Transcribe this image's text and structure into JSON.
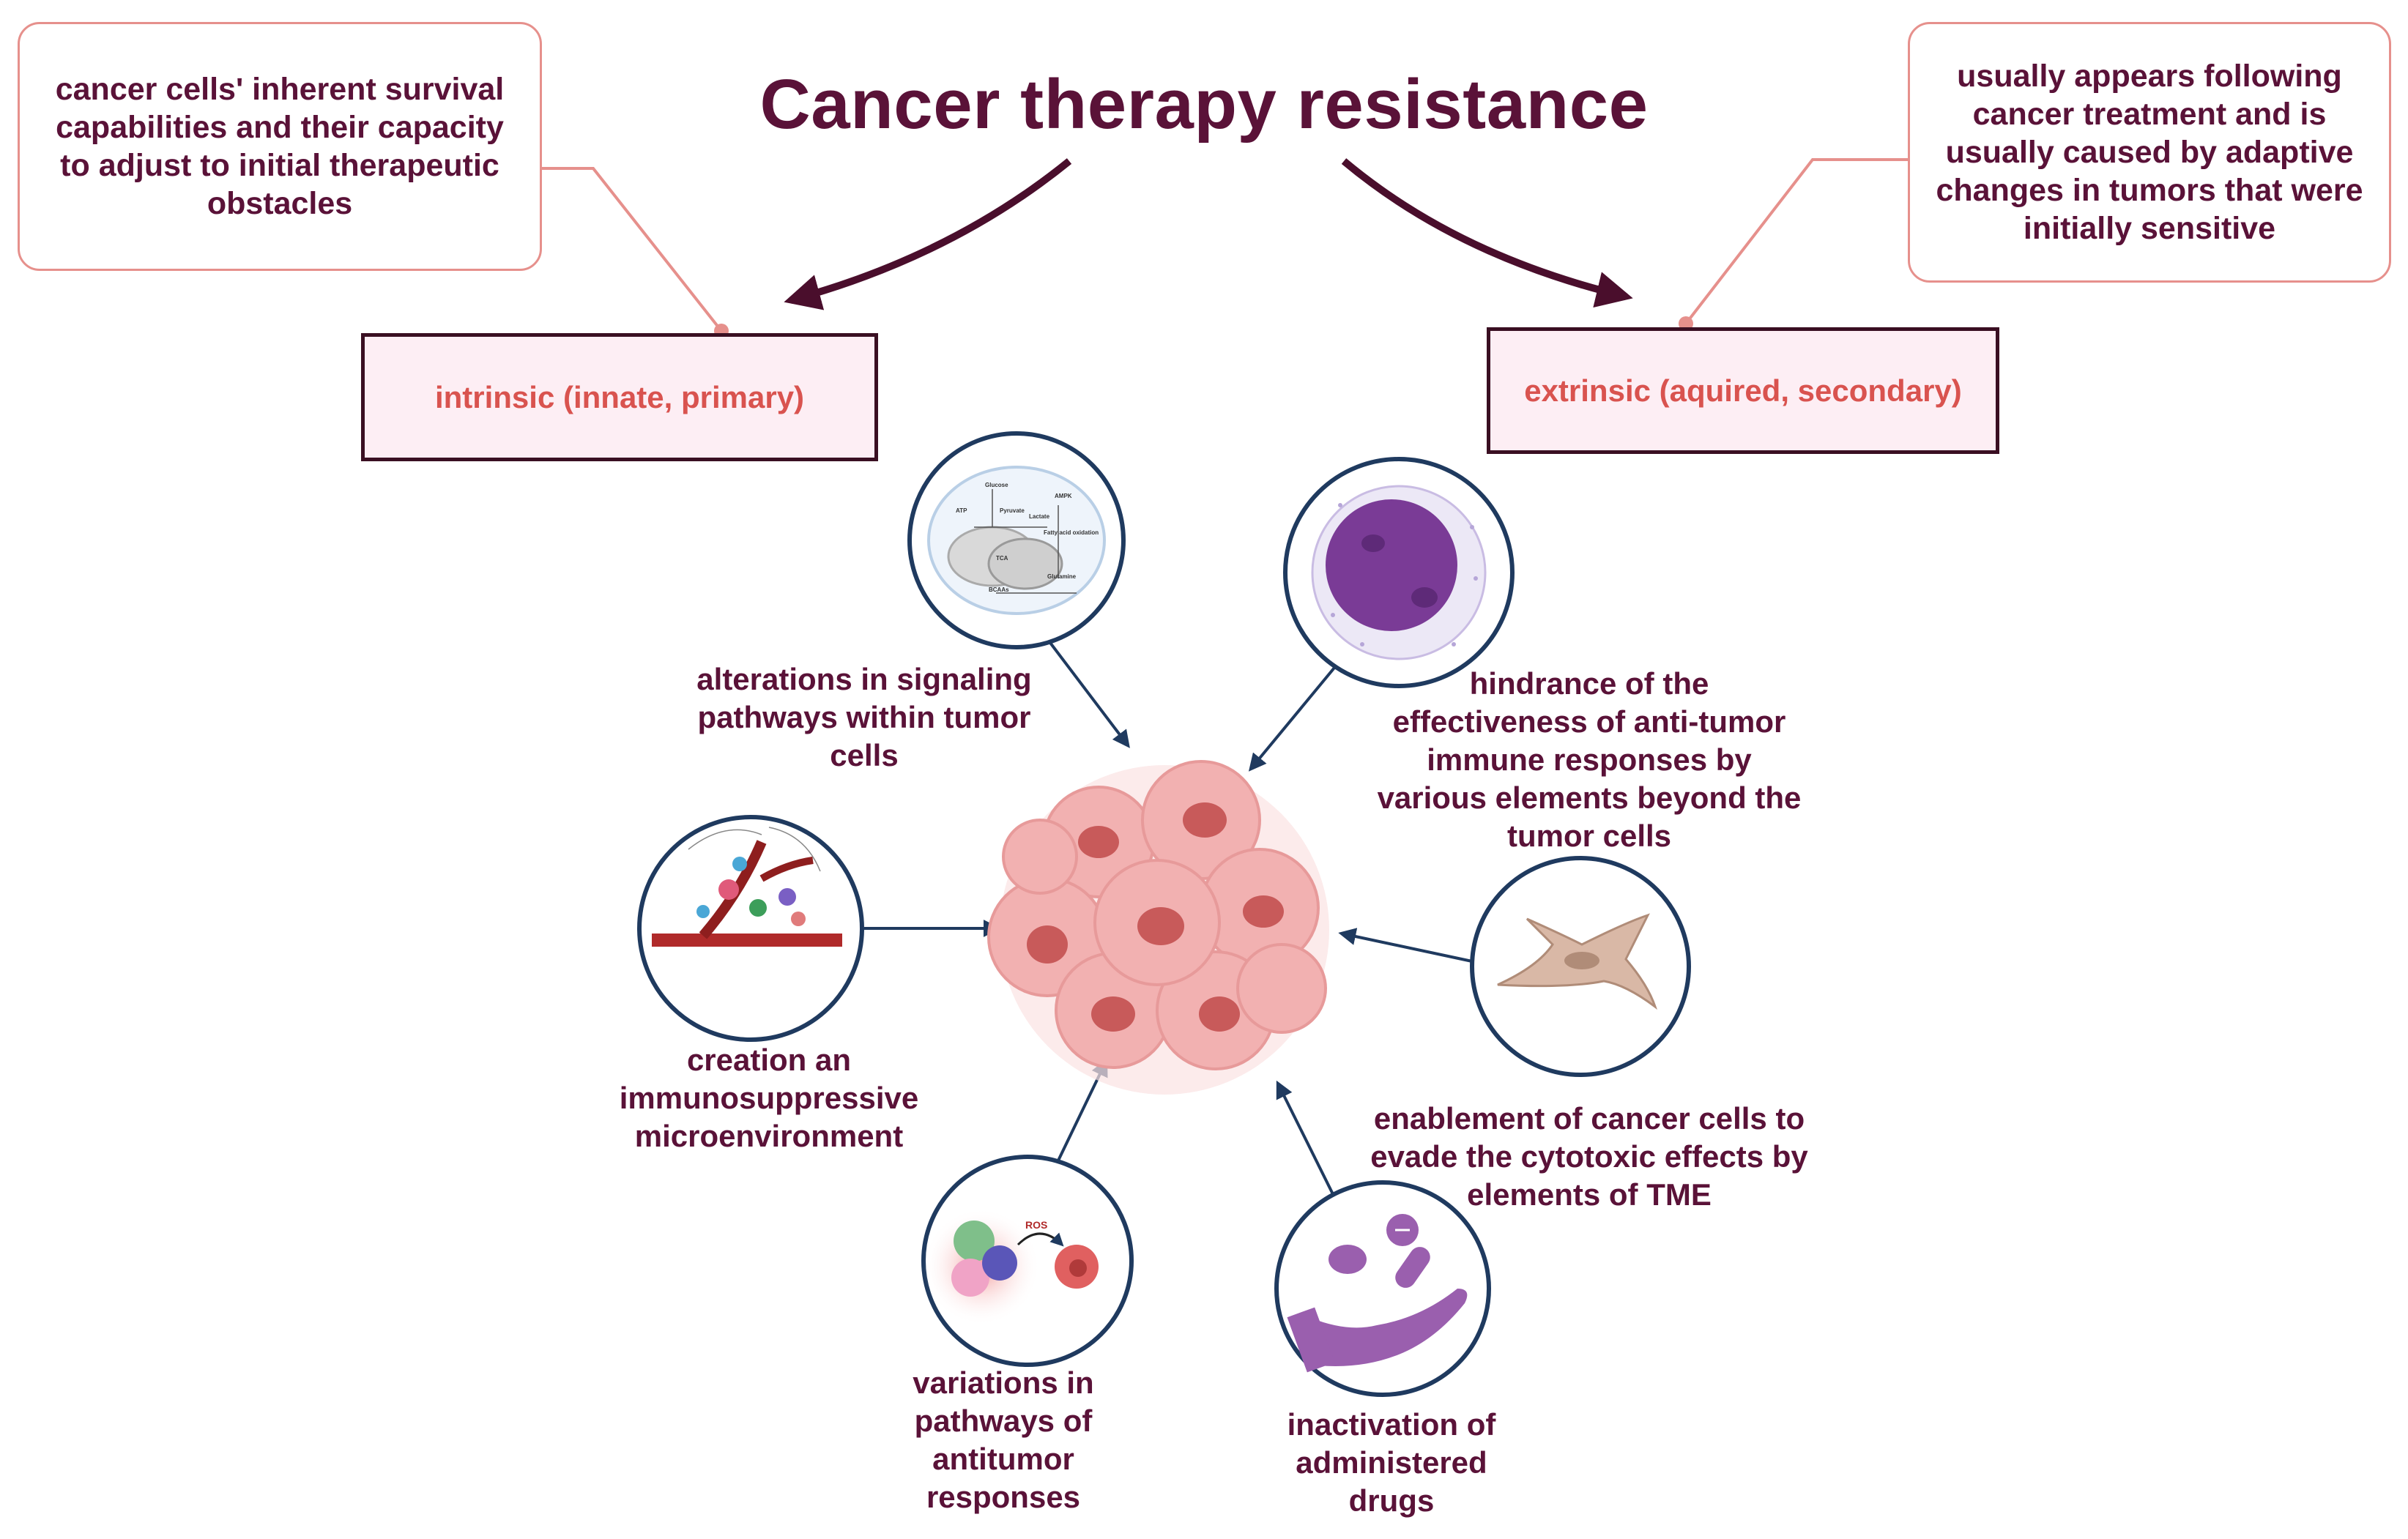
{
  "title": "Cancer therapy resistance",
  "callouts": {
    "left": "cancer cells' inherent survival capabilities and their capacity to adjust to initial therapeutic obstacles",
    "right": "usually appears following cancer treatment and is usually caused by adaptive changes in tumors that were initially sensitive"
  },
  "types": {
    "intrinsic": "intrinsic (innate, primary)",
    "extrinsic": "extrinsic (aquired, secondary)"
  },
  "mechanisms": {
    "signaling": "alterations in signaling pathways within tumor cells",
    "immune_hindrance": "hindrance of the effectiveness of anti-tumor immune responses by various elements beyond the tumor cells",
    "immunosuppressive": "creation an immunosuppressive microenvironment",
    "tme_evasion": "enablement of cancer cells to evade the cytotoxic effects by elements of TME",
    "antitumor_variation": "variations in pathways of antitumor responses",
    "drug_inactivation": "inactivation of administered drugs"
  },
  "figure_text": {
    "ros": "ROS",
    "mito_glucose": "Glucose",
    "mito_atp": "ATP",
    "mito_pyruvate": "Pyruvate",
    "mito_lactate": "Lactate",
    "mito_ampk": "AMPK",
    "mito_fatty": "Fatty acid oxidation",
    "mito_tca": "TCA",
    "mito_glutamine": "Glutamine",
    "mito_bcaas": "BCAAs"
  },
  "colors": {
    "title": "#5a1238",
    "callout_border": "#e6908c",
    "type_fill": "#fdeef4",
    "type_border": "#3a0f22",
    "type_text": "#d9534f",
    "arrow": "#1f3a5f",
    "circle_border": "#1f3a5f",
    "tumor": "#e07b7b"
  },
  "icons": [
    "mitochondria-metabolism-icon",
    "immune-cell-icon",
    "blood-vessel-microenvironment-icon",
    "tumor-cell-cluster-icon",
    "fibroblast-icon",
    "immune-cells-ros-icon",
    "hand-pills-icon"
  ]
}
